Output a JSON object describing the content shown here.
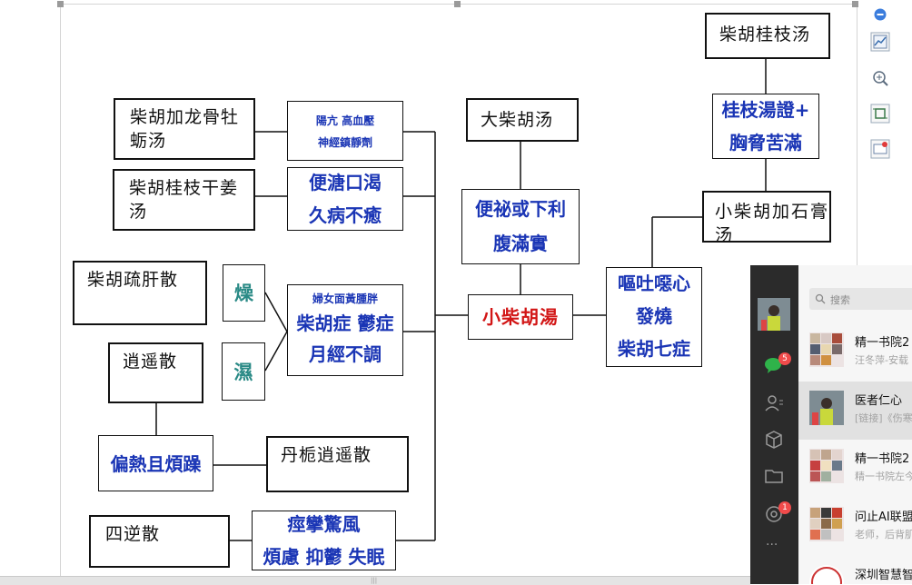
{
  "diagram": {
    "nodes": {
      "chaihu_longgu": "柴胡加龙骨牡蛎汤",
      "chaihu_guizhi_ganjiang": "柴胡桂枝干姜汤",
      "chaihu_shugan": "柴胡疏肝散",
      "xiaoyao": "逍遥散",
      "danzhi_xiaoyao": "丹栀逍遥散",
      "sini": "四逆散",
      "da_chaihu": "大柴胡汤",
      "chaihu_guizhi": "柴胡桂枝汤",
      "xiao_chaihu_shigao": "小柴胡加石膏汤",
      "xiao_chaihu": "小柴胡湯"
    },
    "symptoms": {
      "yangkang": [
        "陽亢  高血壓",
        "神經鎮靜劑"
      ],
      "biantang": [
        "便溏口渴",
        "久病不癒"
      ],
      "zao": "燥",
      "shi": "濕",
      "funu": [
        "婦女面黃腫胖",
        "柴胡症  鬱症",
        "月經不調"
      ],
      "pianre": "偏熱且煩躁",
      "jingluan": [
        "痙攣驚風",
        "煩慮  抑鬱  失眠"
      ],
      "bianmi": [
        "便祕或下利",
        "腹滿實"
      ],
      "outu": [
        "嘔吐噁心",
        "發燒",
        "柴胡七症"
      ],
      "guizhi_zheng": [
        "桂枝湯證+",
        "胸脅苦滿"
      ]
    }
  },
  "chat": {
    "search_placeholder": "搜索",
    "badges": {
      "messages": "5",
      "moments": "1"
    },
    "items": [
      {
        "name": "精一书院2",
        "sub": "汪冬萍-安载"
      },
      {
        "name": "医者仁心",
        "sub": "[链接]《伤寒"
      },
      {
        "name": "精一书院2",
        "sub": "精一书院左今"
      },
      {
        "name": "问止AI联盟",
        "sub": "老师，后背肌"
      },
      {
        "name": "深圳智慧智",
        "sub": ""
      }
    ],
    "more_label": "···"
  },
  "colors": {
    "blue_text": "#1a35b5",
    "red_text": "#d21515",
    "teal_text": "#2a8a86",
    "chat_badge": "#f04b4b"
  },
  "icons": [
    "minus-circle-icon",
    "chart-icon",
    "zoom-icon",
    "crop-icon",
    "present-icon",
    "search-icon",
    "chat-icon",
    "contacts-icon",
    "box-icon",
    "folder-icon",
    "moments-icon"
  ]
}
